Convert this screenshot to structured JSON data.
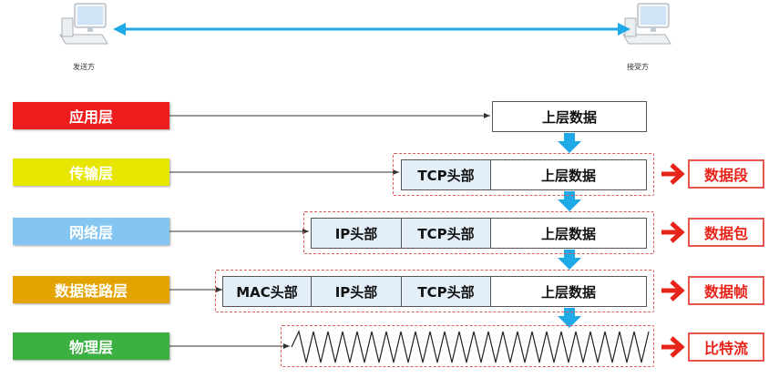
{
  "endpoints": {
    "sender_label": "发送方",
    "receiver_label": "接受方"
  },
  "layers": [
    {
      "name": "应用层",
      "color": "#ee1c1c",
      "encapsulation": [
        "上层数据"
      ],
      "unit": ""
    },
    {
      "name": "传输层",
      "color": "#e6e600",
      "encapsulation": [
        "TCP头部",
        "上层数据"
      ],
      "unit": "数据段"
    },
    {
      "name": "网络层",
      "color": "#84c5f1",
      "encapsulation": [
        "IP头部",
        "TCP头部",
        "上层数据"
      ],
      "unit": "数据包"
    },
    {
      "name": "数据链路层",
      "color": "#e3a300",
      "encapsulation": [
        "MAC头部",
        "IP头部",
        "TCP头部",
        "上层数据"
      ],
      "unit": "数据帧"
    },
    {
      "name": "物理层",
      "color": "#3cb043",
      "encapsulation": [],
      "unit": "比特流"
    }
  ],
  "colors": {
    "link_arrow": "#1fa9e6",
    "down_arrow": "#1fa9e6",
    "unit_arrow": "#e8241a",
    "dash_border": "#e05a5a",
    "header_fill": "#e3eef9"
  },
  "icons": {
    "computer": "computer-icon"
  }
}
